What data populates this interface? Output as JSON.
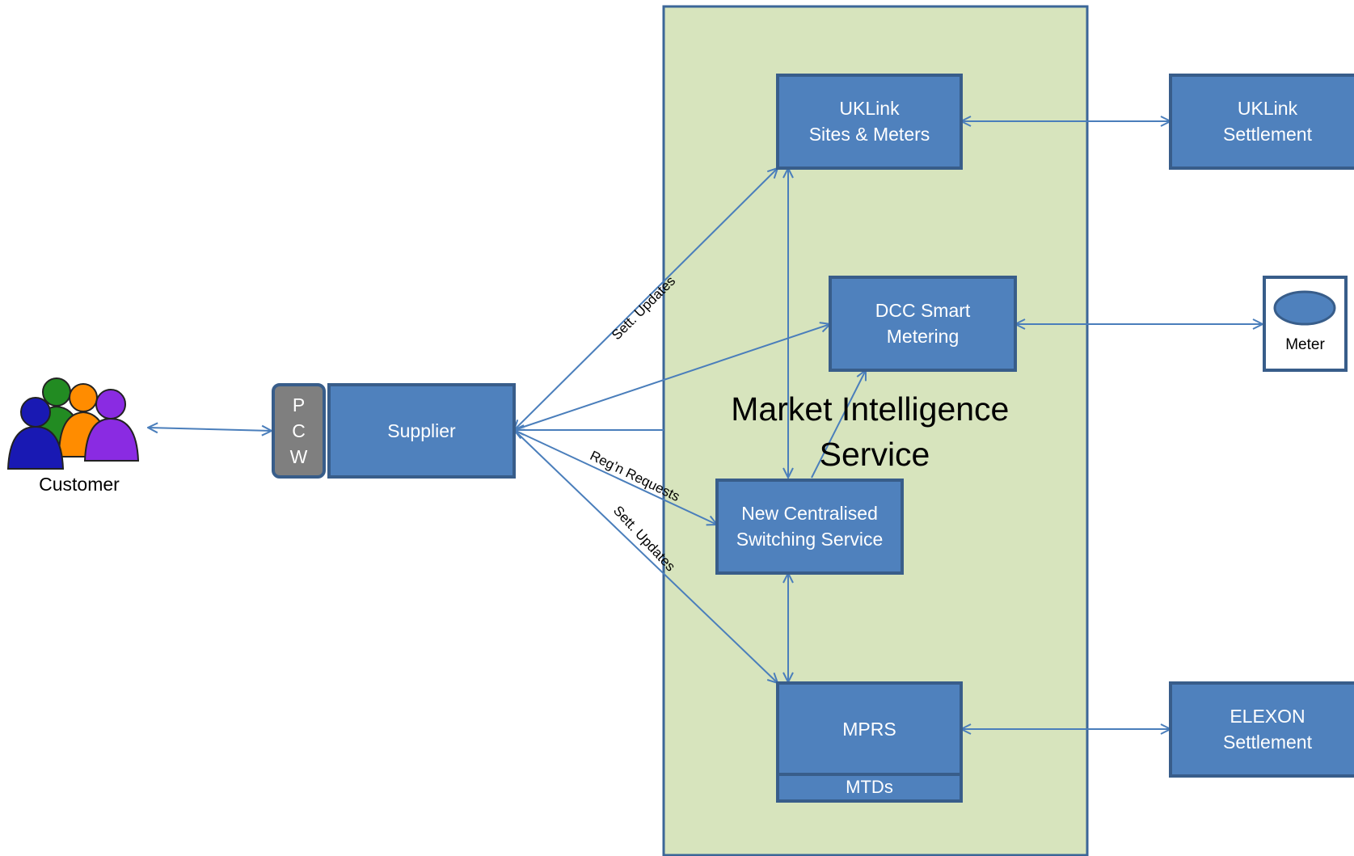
{
  "region": {
    "title_line1": "Market Intelligence",
    "title_line2": "Service",
    "fill": "#d7e4bd",
    "stroke": "#3b6698"
  },
  "colors": {
    "box_fill": "#4f81bd",
    "box_stroke": "#385d8a",
    "connector": "#4a7ebb",
    "pcw_fill": "#7f7f7f"
  },
  "nodes": {
    "uklink_sites": {
      "line1": "UKLink",
      "line2": "Sites & Meters"
    },
    "uklink_settlement": {
      "line1": "UKLink",
      "line2": "Settlement"
    },
    "dcc": {
      "line1": "DCC Smart",
      "line2": "Metering"
    },
    "meter": {
      "label": "Meter"
    },
    "supplier": {
      "label": "Supplier"
    },
    "pcw": {
      "l1": "P",
      "l2": "C",
      "l3": "W"
    },
    "customer": {
      "label": "Customer"
    },
    "ncss": {
      "line1": "New  Centralised",
      "line2": "Switching Service"
    },
    "mprs": {
      "label": "MPRS",
      "sub": "MTDs"
    },
    "elexon": {
      "line1": "ELEXON",
      "line2": "Settlement"
    }
  },
  "edge_labels": {
    "sett_updates_top": "Sett. Updates",
    "regn_requests": "Reg’n Requests",
    "sett_updates_bottom": "Sett. Updates"
  }
}
